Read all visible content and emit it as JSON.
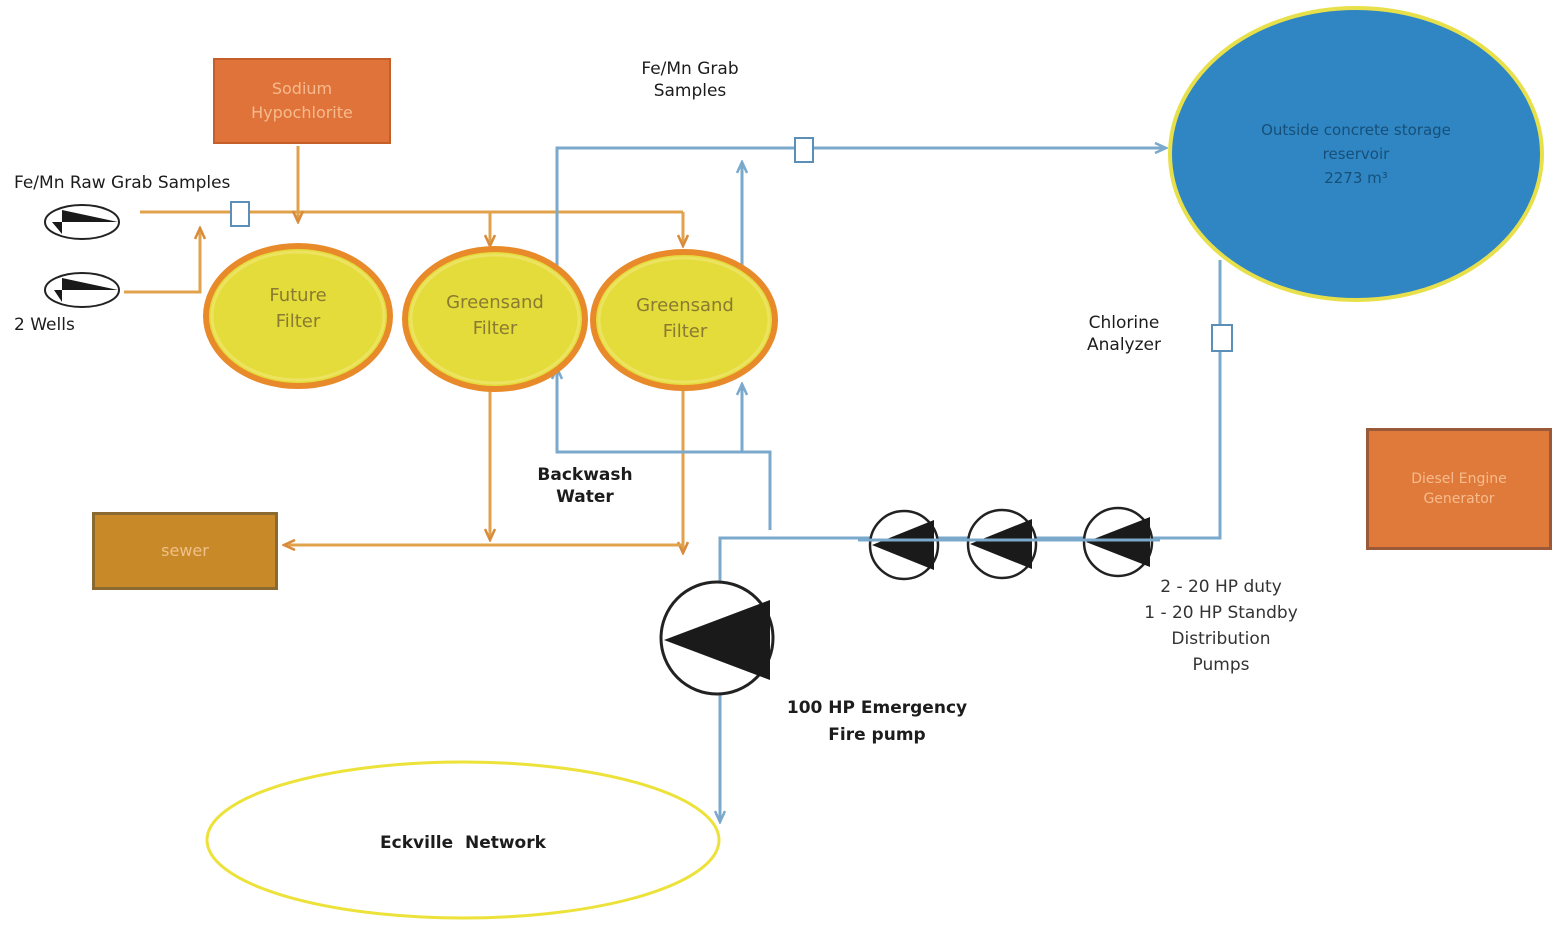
{
  "labels": {
    "fe_mn_grab": [
      "Fe/Mn Grab",
      "Samples"
    ],
    "fe_mn_raw": "Fe/Mn Raw Grab Samples",
    "wells": "2 Wells",
    "chlorine": [
      "Chlorine",
      "Analyzer"
    ],
    "backwash": [
      "Backwash",
      "Water"
    ],
    "distribution": [
      "2 - 20 HP duty",
      "1 - 20 HP Standby",
      "Distribution",
      "Pumps"
    ],
    "fire_pump": [
      "100 HP Emergency",
      "Fire pump"
    ],
    "network": "Eckville  Network"
  },
  "boxes": {
    "sodium": [
      "Sodium",
      "Hypochlorite"
    ],
    "sewer": "sewer",
    "generator": [
      "Diesel Engine",
      "Generator"
    ]
  },
  "filters": [
    {
      "line1": "Future",
      "line2": "Filter"
    },
    {
      "line1": "Greensand",
      "line2": "Filter"
    },
    {
      "line1": "Greensand",
      "line2": "Filter"
    }
  ],
  "reservoir": [
    "Outside concrete storage",
    "reservoir",
    "2273 m³"
  ],
  "colors": {
    "blue_pipe": "#7aa9cc",
    "orange_pipe": "#e0a24a",
    "filter_fill": "#e4dc3a",
    "filter_ring": "#e88a2a",
    "reservoir_fill": "#2f86c2",
    "reservoir_ring": "#e8e04a",
    "sodium_box": "#e0733a",
    "sewer_box": "#c88a28",
    "generator_box": "#e07a3a",
    "network_ring": "#ece23a"
  }
}
